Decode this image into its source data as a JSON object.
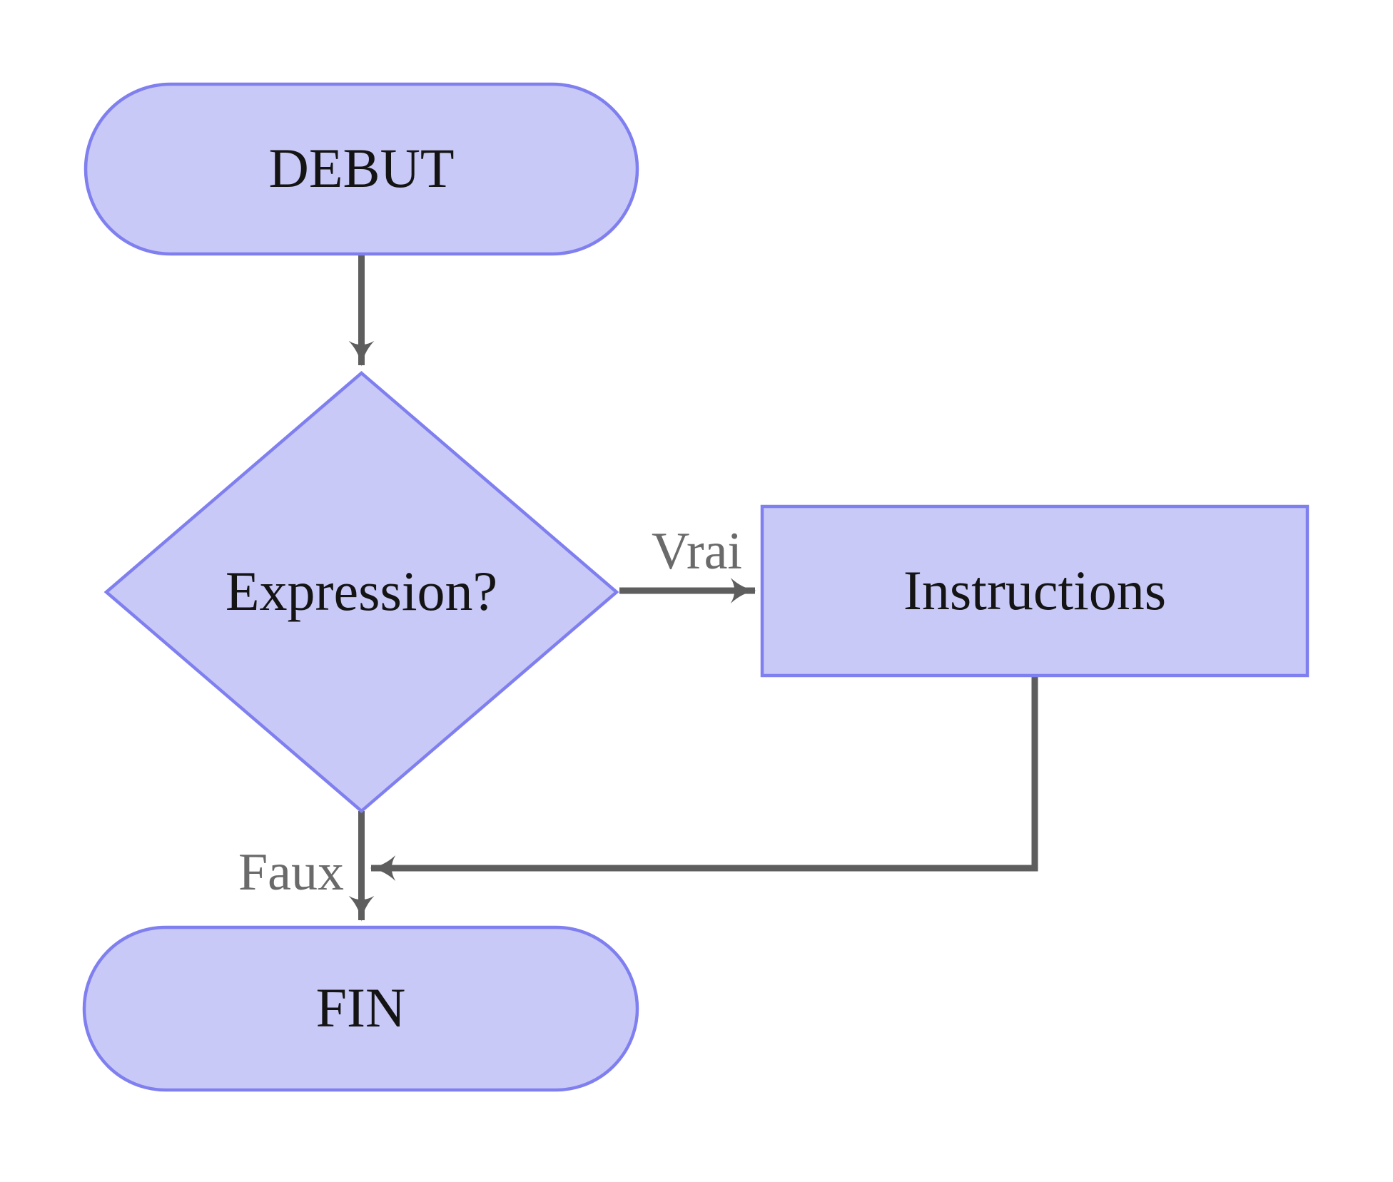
{
  "flowchart": {
    "nodes": {
      "start": {
        "label": "DEBUT",
        "type": "terminator"
      },
      "decision": {
        "label": "Expression?",
        "type": "decision"
      },
      "process": {
        "label": "Instructions",
        "type": "process"
      },
      "end": {
        "label": "FIN",
        "type": "terminator"
      }
    },
    "edges": [
      {
        "from": "start",
        "to": "decision",
        "label": ""
      },
      {
        "from": "decision",
        "to": "process",
        "label": "Vrai",
        "condition": "true"
      },
      {
        "from": "process",
        "to": "junction-before-end",
        "label": ""
      },
      {
        "from": "decision",
        "to": "end",
        "label": "Faux",
        "condition": "false"
      }
    ],
    "colors": {
      "node_fill": "#c9c9f7",
      "node_border": "#7f7ff0",
      "connector": "#5e5e5e",
      "edge_label": "#6a6a6a",
      "node_text": "#141414",
      "background": "#ffffff"
    }
  }
}
